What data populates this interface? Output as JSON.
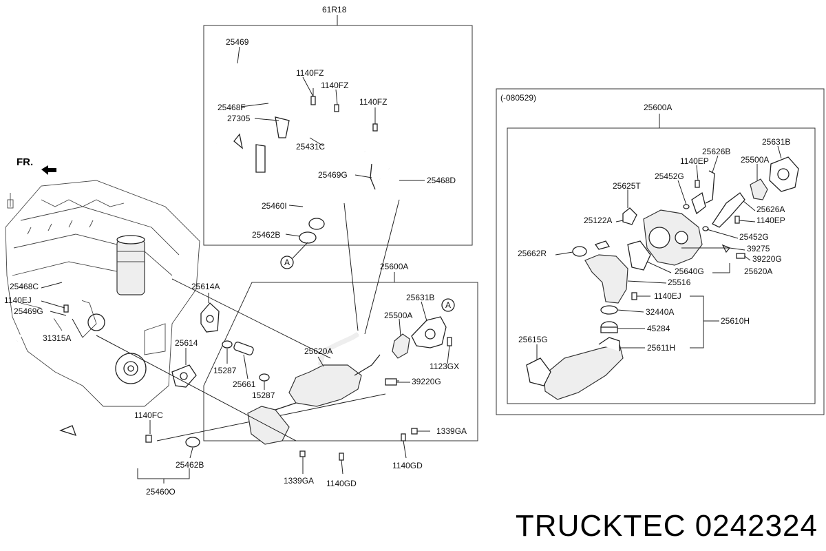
{
  "brand_text": "TRUCKTEC 0242324",
  "front_marker": "FR.",
  "boxes": {
    "top_group": "61R18",
    "right_variant": "(-080529)",
    "right_assembly": "25600A",
    "center_assembly": "25600A"
  },
  "callout": "A",
  "labels": [
    {
      "id": "t-25469",
      "text": "25469"
    },
    {
      "id": "t-1140fz-a",
      "text": "1140FZ"
    },
    {
      "id": "t-1140fz-b",
      "text": "1140FZ"
    },
    {
      "id": "t-1140fz-c",
      "text": "1140FZ"
    },
    {
      "id": "t-25468f",
      "text": "25468F"
    },
    {
      "id": "t-27305",
      "text": "27305"
    },
    {
      "id": "t-25431c",
      "text": "25431C"
    },
    {
      "id": "t-25469g-top",
      "text": "25469G"
    },
    {
      "id": "t-25468d",
      "text": "25468D"
    },
    {
      "id": "t-25460i",
      "text": "25460I"
    },
    {
      "id": "t-25462b-top",
      "text": "25462B"
    },
    {
      "id": "t-25468c",
      "text": "25468C"
    },
    {
      "id": "t-1140ej-left",
      "text": "1140EJ"
    },
    {
      "id": "t-25469g-left",
      "text": "25469G"
    },
    {
      "id": "t-31315a",
      "text": "31315A"
    },
    {
      "id": "t-25614a",
      "text": "25614A"
    },
    {
      "id": "t-25614",
      "text": "25614"
    },
    {
      "id": "t-1140fc",
      "text": "1140FC"
    },
    {
      "id": "t-25462b-bot",
      "text": "25462B"
    },
    {
      "id": "t-25460o",
      "text": "25460O"
    },
    {
      "id": "t-1339ga-bot",
      "text": "1339GA"
    },
    {
      "id": "t-1140gd-bot",
      "text": "1140GD"
    },
    {
      "id": "t-1140gd-right",
      "text": "1140GD"
    },
    {
      "id": "t-1339ga-right",
      "text": "1339GA"
    },
    {
      "id": "t-15287-a",
      "text": "15287"
    },
    {
      "id": "t-25661",
      "text": "25661"
    },
    {
      "id": "t-15287-b",
      "text": "15287"
    },
    {
      "id": "t-25620a-c",
      "text": "25620A"
    },
    {
      "id": "t-25500a-c",
      "text": "25500A"
    },
    {
      "id": "t-25631b-c",
      "text": "25631B"
    },
    {
      "id": "t-1123gx",
      "text": "1123GX"
    },
    {
      "id": "t-39220g-c",
      "text": "39220G"
    },
    {
      "id": "t-25631b-r",
      "text": "25631B"
    },
    {
      "id": "t-25626b",
      "text": "25626B"
    },
    {
      "id": "t-1140ep-a",
      "text": "1140EP"
    },
    {
      "id": "t-25500a-r",
      "text": "25500A"
    },
    {
      "id": "t-25452g-a",
      "text": "25452G"
    },
    {
      "id": "t-25625t",
      "text": "25625T"
    },
    {
      "id": "t-25626a",
      "text": "25626A"
    },
    {
      "id": "t-1140ep-b",
      "text": "1140EP"
    },
    {
      "id": "t-25122a",
      "text": "25122A"
    },
    {
      "id": "t-25452g-b",
      "text": "25452G"
    },
    {
      "id": "t-39275",
      "text": "39275"
    },
    {
      "id": "t-25662r",
      "text": "25662R"
    },
    {
      "id": "t-39220g-r",
      "text": "39220G"
    },
    {
      "id": "t-25640g",
      "text": "25640G"
    },
    {
      "id": "t-25620a-r",
      "text": "25620A"
    },
    {
      "id": "t-25516",
      "text": "25516"
    },
    {
      "id": "t-1140ej-r",
      "text": "1140EJ"
    },
    {
      "id": "t-32440a",
      "text": "32440A"
    },
    {
      "id": "t-25610h",
      "text": "25610H"
    },
    {
      "id": "t-45284",
      "text": "45284"
    },
    {
      "id": "t-25615g",
      "text": "25615G"
    },
    {
      "id": "t-25611h",
      "text": "25611H"
    }
  ]
}
